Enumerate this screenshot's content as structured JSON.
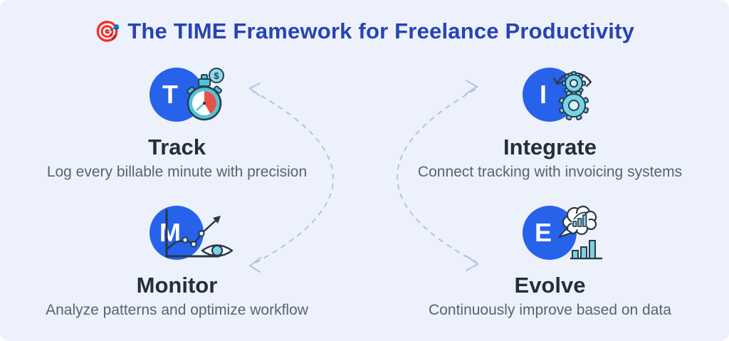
{
  "title": {
    "emoji": "🎯",
    "emoji_name": "target-dart-emoji",
    "text": "The TIME Framework for Freelance Productivity"
  },
  "quadrants": [
    {
      "key": "track",
      "letter": "T",
      "heading": "Track",
      "description": "Log every billable minute with precision",
      "icon": "stopwatch-dollar-icon"
    },
    {
      "key": "integrate",
      "letter": "I",
      "heading": "Integrate",
      "description": "Connect tracking with invoicing systems",
      "icon": "gears-sync-icon"
    },
    {
      "key": "monitor",
      "letter": "M",
      "heading": "Monitor",
      "description": "Analyze patterns and optimize workflow",
      "icon": "line-chart-eye-icon"
    },
    {
      "key": "evolve",
      "letter": "E",
      "heading": "Evolve",
      "description": "Continuously improve based on data",
      "icon": "thought-bubble-bars-icon"
    }
  ],
  "flow": {
    "style": "two dashed arcs forming a cycle, arrowheads pointing to all four quadrants",
    "arc_color": "#b6c1e2"
  },
  "colors": {
    "background": "#edf1fb",
    "title_blue": "#2743b5",
    "circle_blue": "#2762ea",
    "heading_dark": "#242d3c",
    "subtitle_gray": "#5a6272",
    "icon_teal": "#7ad3e5",
    "icon_teal_deep": "#4fc3d9",
    "icon_outline": "#27404e",
    "stopwatch_red": "#e8514b"
  }
}
